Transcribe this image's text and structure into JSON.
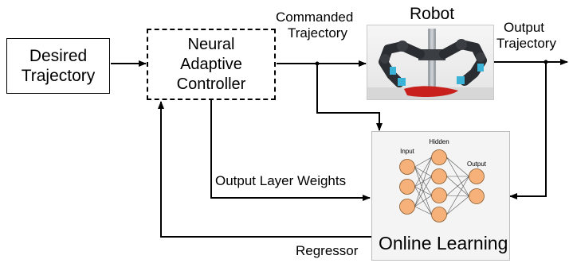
{
  "blocks": {
    "desired_line1": "Desired",
    "desired_line2": "Trajectory",
    "controller_line1": "Neural",
    "controller_line2": "Adaptive",
    "controller_line3": "Controller",
    "robot_title": "Robot",
    "online_learning": "Online Learning"
  },
  "signals": {
    "commanded_line1": "Commanded",
    "commanded_line2": "Trajectory",
    "output_line1": "Output",
    "output_line2": "Trajectory",
    "weights": "Output Layer Weights",
    "regressor": "Regressor"
  },
  "network": {
    "input_label": "Input",
    "hidden_label": "Hidden",
    "output_label": "Output",
    "input_nodes": 3,
    "hidden_nodes": 4,
    "output_nodes": 2,
    "node_color": "#f5b179"
  }
}
